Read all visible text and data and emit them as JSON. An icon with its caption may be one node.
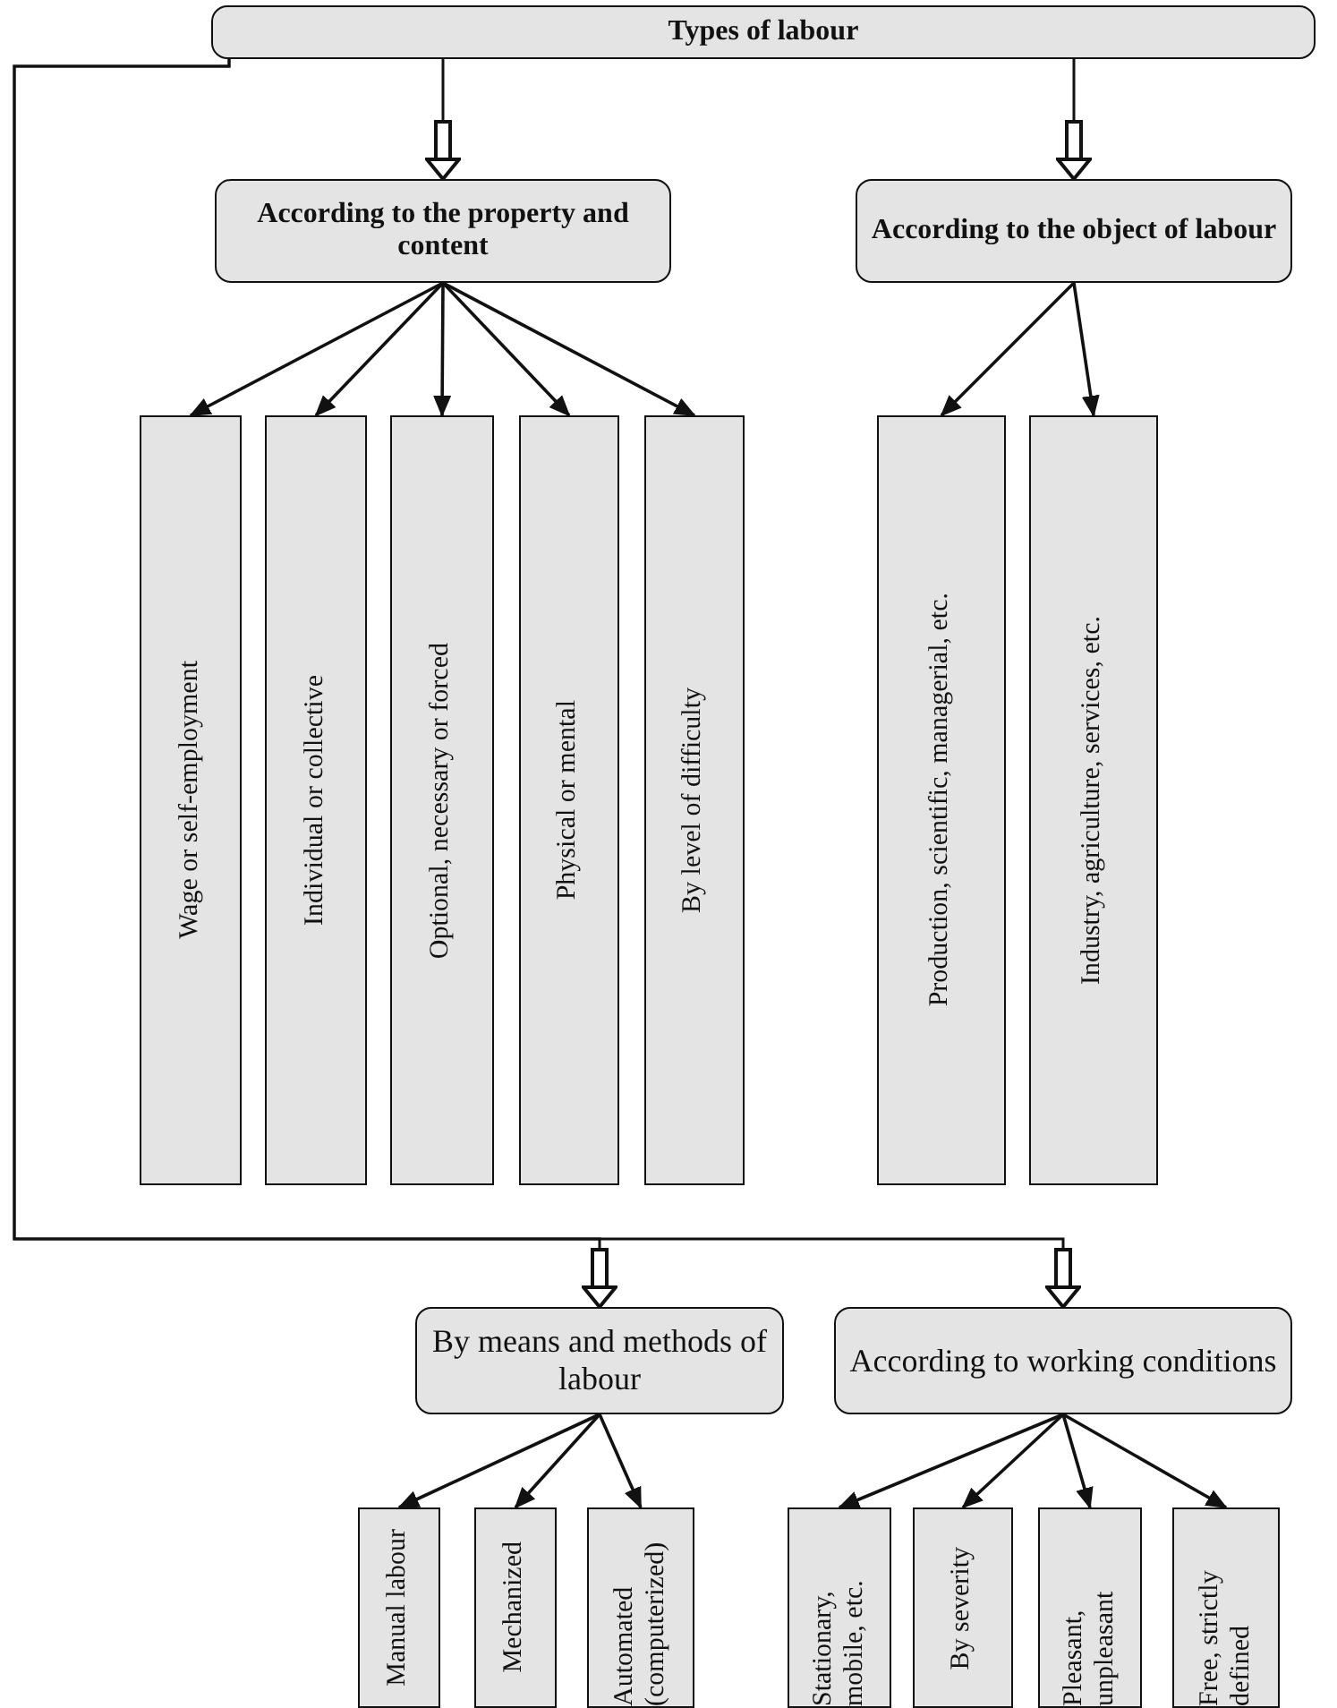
{
  "diagram": {
    "nodes": [
      {
        "text": [
          "Types of labour"
        ]
      },
      {
        "text": [
          "According to the property and content"
        ]
      },
      {
        "text": [
          "According to the object of labour"
        ]
      },
      {
        "text": [
          "Wage or self-employment"
        ]
      },
      {
        "text": [
          "Individual or collective"
        ]
      },
      {
        "text": [
          "Optional, necessary or forced"
        ]
      },
      {
        "text": [
          "Physical or mental"
        ]
      },
      {
        "text": [
          "By level of difficulty"
        ]
      },
      {
        "text": [
          "Production, scientific, managerial, etc."
        ]
      },
      {
        "text": [
          "Industry, agriculture, services, etc."
        ]
      },
      {
        "text": [
          "By means and methods of labour"
        ]
      },
      {
        "text": [
          "According to working conditions"
        ]
      },
      {
        "text": [
          "Manual labour"
        ]
      },
      {
        "text": [
          "Mechanized"
        ]
      },
      {
        "text": [
          "Automated (computerized)"
        ]
      },
      {
        "text": [
          "Stationary, mobile, etc."
        ]
      },
      {
        "text": [
          "By severity"
        ]
      },
      {
        "text": [
          "Pleasant, unpleasant"
        ]
      },
      {
        "text": [
          "Free, strictly defined"
        ]
      }
    ],
    "edges": [
      {
        "from": 0,
        "to": 1,
        "arrow": "to"
      },
      {
        "from": 0,
        "to": 2,
        "arrow": "to"
      },
      {
        "from": 0,
        "to": 10,
        "arrow": "to"
      },
      {
        "from": 0,
        "to": 11,
        "arrow": "to"
      },
      {
        "from": 1,
        "to": 3,
        "arrow": "to"
      },
      {
        "from": 1,
        "to": 4,
        "arrow": "to"
      },
      {
        "from": 1,
        "to": 5,
        "arrow": "to"
      },
      {
        "from": 1,
        "to": 6,
        "arrow": "to"
      },
      {
        "from": 1,
        "to": 7,
        "arrow": "to"
      },
      {
        "from": 2,
        "to": 8,
        "arrow": "to"
      },
      {
        "from": 2,
        "to": 9,
        "arrow": "to"
      },
      {
        "from": 10,
        "to": 12,
        "arrow": "to"
      },
      {
        "from": 10,
        "to": 13,
        "arrow": "to"
      },
      {
        "from": 10,
        "to": 14,
        "arrow": "to"
      },
      {
        "from": 11,
        "to": 15,
        "arrow": "to"
      },
      {
        "from": 11,
        "to": 16,
        "arrow": "to"
      },
      {
        "from": 11,
        "to": 17,
        "arrow": "to"
      },
      {
        "from": 11,
        "to": 18,
        "arrow": "to"
      }
    ]
  }
}
